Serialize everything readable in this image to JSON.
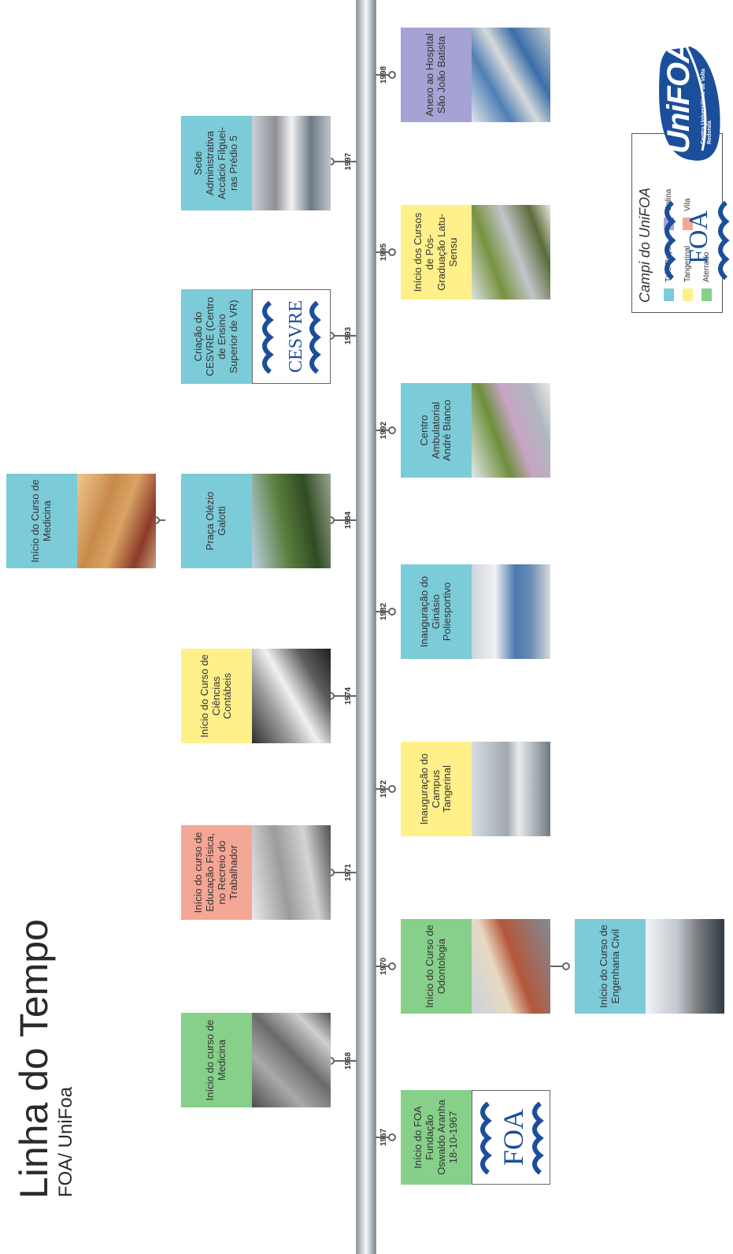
{
  "header": {
    "title": "Linha do Tempo",
    "subtitle": "FOA/ UniFoa"
  },
  "colors": {
    "tres_pocos": "#7ccbd8",
    "tangerinal": "#fff08a",
    "colina": "#a4a3d4",
    "vila": "#f4a795",
    "aterrado": "#86d08a"
  },
  "events_above": [
    {
      "year": "1968",
      "label": "Início do curso de Medicina",
      "campus": "aterrado"
    },
    {
      "year": "1971",
      "label": "Início do curso de Educação Física, no Recreio do Trabalhador",
      "campus": "vila"
    },
    {
      "year": "1974",
      "label": "Início do Curso de Ciências Contábeis",
      "campus": "tangerinal"
    },
    {
      "year": "1984",
      "label": "Praça Olézio Galotti",
      "campus": "tres_pocos"
    },
    {
      "year": "1984",
      "label": "Início do Curso de Medicina",
      "campus": "tres_pocos"
    },
    {
      "year": "1993",
      "label": "Criação do CESVRE (Centro de Ensino Superior de VR)",
      "campus": "tres_pocos",
      "logo_text": "CESVRE"
    },
    {
      "year": "1997",
      "label": "Sede Administrativa Accácio Filguei- ras Prédio 5",
      "campus": "tres_pocos"
    }
  ],
  "events_below": [
    {
      "year": "1967",
      "label": "Início do FOA Fundação Oswaldo Aranha 18-10-1967",
      "campus": "aterrado",
      "logo_text": "FOA"
    },
    {
      "year": "1970",
      "label": "Início do Curso de Odontologia",
      "campus": "aterrado"
    },
    {
      "year": "1970",
      "label": "Início do Curso de Engenharia Civil",
      "campus": "tres_pocos"
    },
    {
      "year": "1972",
      "label": "Inauguração do Campus Tangerinal",
      "campus": "tangerinal"
    },
    {
      "year": "1982",
      "label": "Inauguração do Ginásio Poliesportivo",
      "campus": "tres_pocos"
    },
    {
      "year": "1992",
      "label": "Centro Ambulatorial André Bianco",
      "campus": "tres_pocos"
    },
    {
      "year": "1995",
      "label": "Início dos Cursos de Pós-Graduação Latu-Sensu",
      "campus": "tangerinal"
    },
    {
      "year": "1998",
      "label": "Anexo ao Hospital São João Batista",
      "campus": "colina"
    }
  ],
  "legend": {
    "title": "Campi do UniFOA",
    "items": [
      {
        "label": "Três Poços",
        "color": "#7ccbd8"
      },
      {
        "label": "Colina",
        "color": "#a4a3d4"
      },
      {
        "label": "Tangerinal",
        "color": "#fff08a"
      },
      {
        "label": "Vila",
        "color": "#f4a795"
      },
      {
        "label": "Aterrado",
        "color": "#86d08a"
      }
    ]
  },
  "logos": {
    "foa_text": "FOA",
    "unifoa_text": "UniFOA",
    "unifoa_subtitle": "Centro Universitário de Volta Redonda"
  }
}
